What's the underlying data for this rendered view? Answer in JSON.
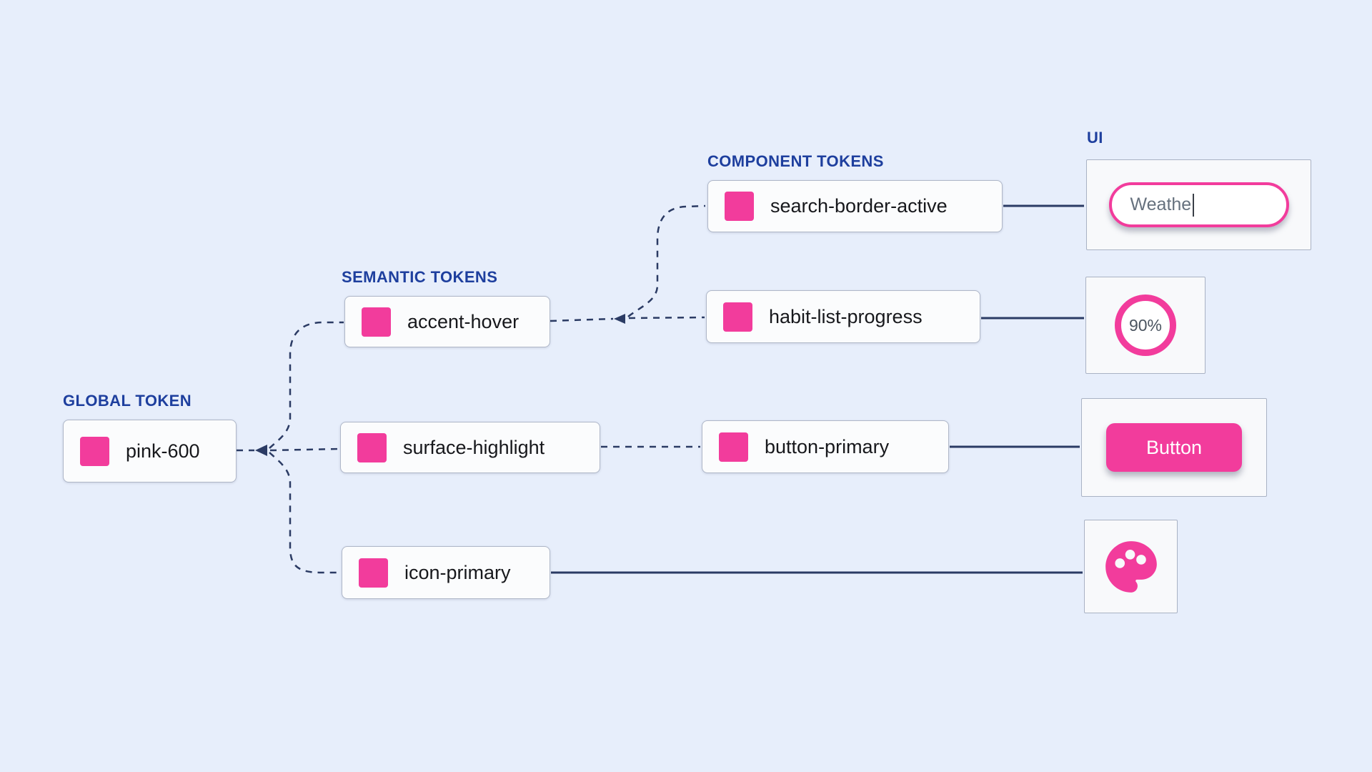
{
  "sections": {
    "global": {
      "label": "GLOBAL TOKEN"
    },
    "semantic": {
      "label": "SEMANTIC TOKENS"
    },
    "component": {
      "label": "COMPONENT TOKENS"
    },
    "ui": {
      "label": "UI"
    }
  },
  "tokens": {
    "global": {
      "name": "pink-600"
    },
    "semantic": [
      {
        "name": "accent-hover"
      },
      {
        "name": "surface-highlight"
      },
      {
        "name": "icon-primary"
      }
    ],
    "component": [
      {
        "name": "search-border-active"
      },
      {
        "name": "habit-list-progress"
      },
      {
        "name": "button-primary"
      }
    ]
  },
  "ui_examples": {
    "search_input": {
      "value": "Weathe"
    },
    "progress": {
      "value": "90%"
    },
    "button": {
      "label": "Button"
    },
    "palette": {
      "icon": "palette-icon"
    }
  },
  "colors": {
    "background": "#E7EEFB",
    "pink": "#F23C9C",
    "label_navy": "#1E3F9E",
    "connector_navy": "#2B3B64",
    "box_background": "#FBFCFD",
    "box_border": "#AFB7C8",
    "card_background": "#F8F9FB",
    "card_border": "#A9B2C4",
    "token_text": "#17181C",
    "input_text": "#66717E"
  }
}
